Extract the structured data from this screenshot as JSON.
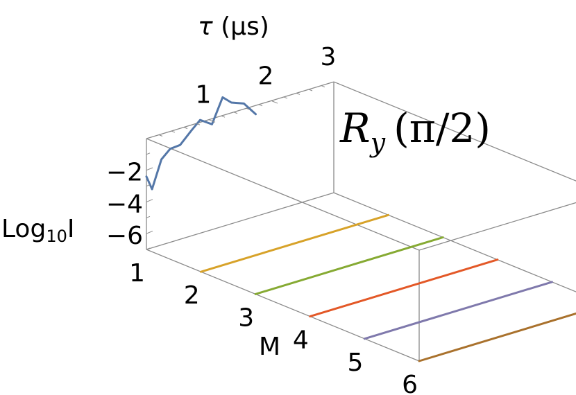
{
  "chart_data": {
    "type": "line",
    "plot_style": "3d-stacked-lines",
    "title": "",
    "annotation": {
      "main": "R",
      "subscript": "y",
      "arg": "(π/2)"
    },
    "axes": {
      "x": {
        "label": "M",
        "ticks": [
          "1",
          "2",
          "3",
          "4",
          "5",
          "6"
        ],
        "range": [
          1,
          6
        ]
      },
      "y": {
        "label_symbol": "τ",
        "label_unit": "(μs)",
        "ticks": [
          "1",
          "2",
          "3"
        ],
        "range": [
          0,
          3
        ]
      },
      "z": {
        "label_main": "Log",
        "label_sub": "10",
        "label_tail": "I",
        "ticks": [
          "-2",
          "-4",
          "-6"
        ],
        "range": [
          -7,
          0
        ]
      }
    },
    "series": [
      {
        "color": "#5477a8",
        "m": 1,
        "points": [
          [
            0.0,
            -2.4
          ],
          [
            0.09,
            -3.3
          ],
          [
            0.24,
            -1.6
          ],
          [
            0.38,
            -1.1
          ],
          [
            0.54,
            -1.05
          ],
          [
            0.72,
            -0.35
          ],
          [
            0.86,
            0.15
          ],
          [
            1.05,
            -0.35
          ],
          [
            1.22,
            1.15
          ],
          [
            1.36,
            0.65
          ],
          [
            1.56,
            0.35
          ],
          [
            1.75,
            -0.55
          ]
        ]
      },
      {
        "color": "#d7a229",
        "m": 2,
        "points": [
          [
            0.0,
            -7.0
          ],
          [
            3.0,
            -7.0
          ]
        ]
      },
      {
        "color": "#86aa33",
        "m": 3,
        "points": [
          [
            0.0,
            -7.0
          ],
          [
            3.0,
            -7.0
          ]
        ]
      },
      {
        "color": "#e35827",
        "m": 4,
        "points": [
          [
            0.0,
            -7.0
          ],
          [
            3.0,
            -7.0
          ]
        ]
      },
      {
        "color": "#7f79ac",
        "m": 5,
        "points": [
          [
            0.0,
            -7.0
          ],
          [
            3.0,
            -7.0
          ]
        ]
      },
      {
        "color": "#a9712c",
        "m": 6,
        "points": [
          [
            0.0,
            -7.0
          ],
          [
            3.0,
            -7.0
          ]
        ]
      }
    ]
  }
}
